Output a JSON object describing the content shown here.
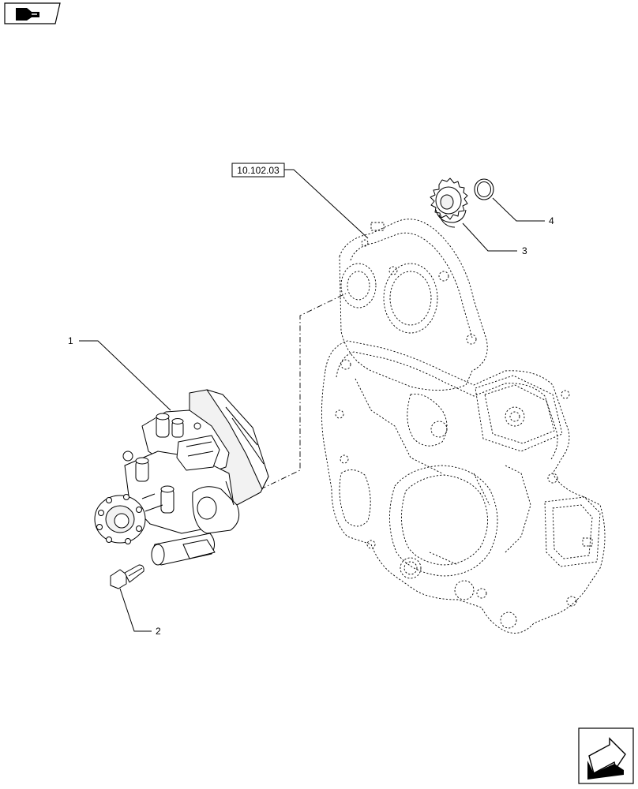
{
  "reference_label": "10.102.03",
  "callouts": [
    {
      "id": "1",
      "text": "1"
    },
    {
      "id": "2",
      "text": "2"
    },
    {
      "id": "3",
      "text": "3"
    },
    {
      "id": "4",
      "text": "4"
    }
  ],
  "icons": {
    "top_left": "book-icon",
    "bottom_right": "next-page-arrow-icon"
  }
}
